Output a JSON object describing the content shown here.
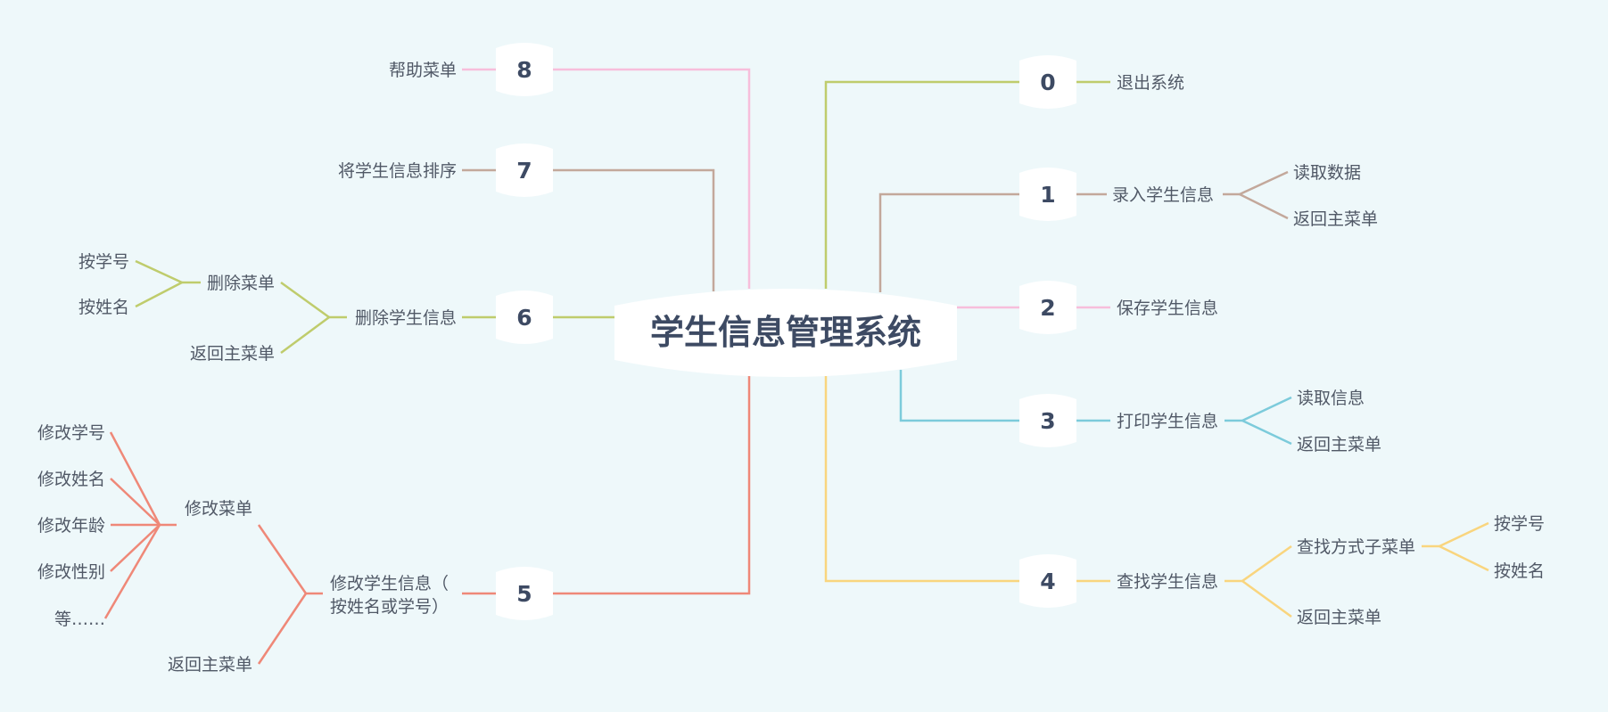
{
  "center": {
    "title": "学生信息管理系统"
  },
  "branches": {
    "b0": {
      "num": "0",
      "label": "退出系统",
      "color": "#bfcc6c"
    },
    "b1": {
      "num": "1",
      "label": "录入学生信息",
      "color": "#c3a89b",
      "children": [
        "读取数据",
        "返回主菜单"
      ]
    },
    "b2": {
      "num": "2",
      "label": "保存学生信息",
      "color": "#f7bedb"
    },
    "b3": {
      "num": "3",
      "label": "打印学生信息",
      "color": "#7ccbdb",
      "children": [
        "读取信息",
        "返回主菜单"
      ]
    },
    "b4": {
      "num": "4",
      "label": "查找学生信息",
      "color": "#f9d57e",
      "sub": "查找方式子菜单",
      "sub_children": [
        "按学号",
        "按姓名"
      ],
      "child_return": "返回主菜单"
    },
    "b5": {
      "num": "5",
      "label_line1": "修改学生信息（",
      "label_line2": "按姓名或学号）",
      "color": "#ef8878",
      "sub": "修改菜单",
      "sub_children": [
        "修改学号",
        "修改姓名",
        "修改年龄",
        "修改性别",
        "等……"
      ],
      "child_return": "返回主菜单"
    },
    "b6": {
      "num": "6",
      "label": "删除学生信息",
      "color": "#bfcc6c",
      "sub": "删除菜单",
      "sub_children": [
        "按学号",
        "按姓名"
      ],
      "child_return": "返回主菜单"
    },
    "b7": {
      "num": "7",
      "label": "将学生信息排序",
      "color": "#c3a89b"
    },
    "b8": {
      "num": "8",
      "label": "帮助菜单",
      "color": "#f7bedb"
    }
  }
}
